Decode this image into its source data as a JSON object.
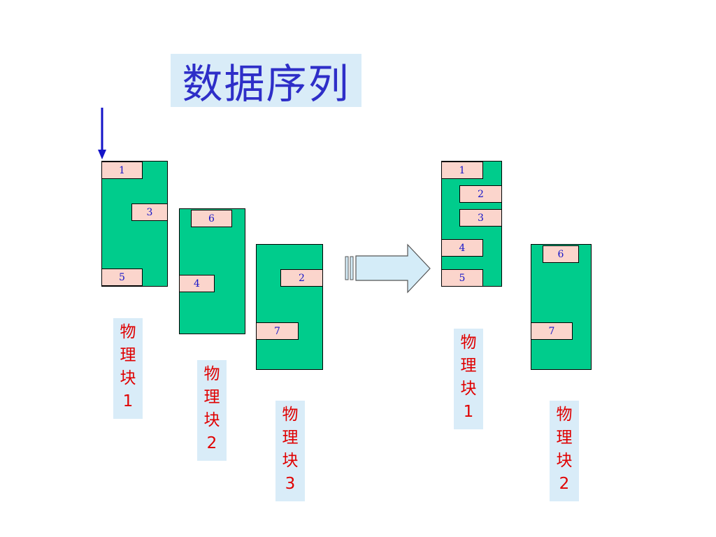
{
  "title": "数据序列",
  "colors": {
    "title_background": "#d9ecf8",
    "title_text": "#2e2ec8",
    "block_fill": "#00cc8c",
    "record_fill": "#fbd5cc",
    "record_text": "#1414c8",
    "label_text": "#e00000",
    "pointer_arrow": "#1414c8",
    "transform_arrow_fill": "#d4ecf8"
  },
  "before": {
    "blocks": [
      {
        "records": [
          "1",
          "3",
          "5"
        ],
        "label": {
          "chars": [
            "物",
            "理",
            "块",
            "1"
          ]
        }
      },
      {
        "records": [
          "6",
          "4"
        ],
        "label": {
          "chars": [
            "物",
            "理",
            "块",
            "2"
          ]
        }
      },
      {
        "records": [
          "2",
          "7"
        ],
        "label": {
          "chars": [
            "物",
            "理",
            "块",
            "3"
          ]
        }
      }
    ]
  },
  "after": {
    "blocks": [
      {
        "records": [
          "1",
          "2",
          "3",
          "4",
          "5"
        ],
        "label": {
          "chars": [
            "物",
            "理",
            "块",
            "1"
          ]
        }
      },
      {
        "records": [
          "6",
          "7"
        ],
        "label": {
          "chars": [
            "物",
            "理",
            "块",
            "2"
          ]
        }
      }
    ]
  },
  "icons": {
    "pointer": "down-arrow-icon",
    "transform": "right-block-arrow-icon"
  }
}
